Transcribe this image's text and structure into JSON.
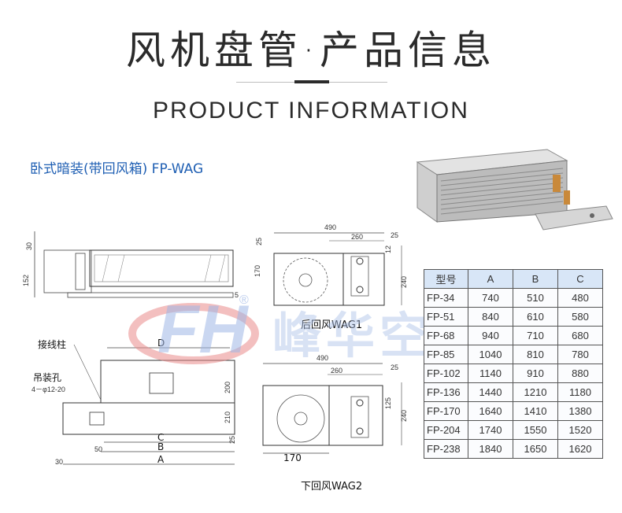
{
  "header": {
    "title_cn": "风机盘管·产品信息",
    "title_en": "PRODUCT INFORMATION"
  },
  "subtitle": "卧式暗装(带回风箱) FP-WAG",
  "drawings": {
    "side_dims": {
      "top": "30",
      "height": "152",
      "mark": "5"
    },
    "wag1_dims": {
      "width": "490",
      "inner": "260",
      "d25": "25",
      "d12": "12",
      "d25b": "25",
      "d170": "170",
      "d240": "240"
    },
    "front_labels": {
      "terminal": "接线柱",
      "hanger": "吊装孔",
      "hanger_spec": "4－φ12-20",
      "D": "D",
      "C": "C",
      "B": "B",
      "A": "A",
      "d200": "200",
      "d210": "210",
      "d25": "25",
      "d50": "50",
      "d30": "30"
    },
    "wag2_dims": {
      "width": "490",
      "inner": "260",
      "d25": "25",
      "d125": "125",
      "d240": "240",
      "d170": "170"
    },
    "caption_wag1": "后回风WAG1",
    "caption_wag2": "下回风WAG2"
  },
  "watermark": {
    "brand": "峰华空调",
    "registered": "®"
  },
  "spec_table": {
    "headers": [
      "型号",
      "A",
      "B",
      "C"
    ],
    "rows": [
      [
        "FP-34",
        "740",
        "510",
        "480"
      ],
      [
        "FP-51",
        "840",
        "610",
        "580"
      ],
      [
        "FP-68",
        "940",
        "710",
        "680"
      ],
      [
        "FP-85",
        "1040",
        "810",
        "780"
      ],
      [
        "FP-102",
        "1140",
        "910",
        "880"
      ],
      [
        "FP-136",
        "1440",
        "1210",
        "1180"
      ],
      [
        "FP-170",
        "1640",
        "1410",
        "1380"
      ],
      [
        "FP-204",
        "1740",
        "1550",
        "1520"
      ],
      [
        "FP-238",
        "1840",
        "1650",
        "1620"
      ]
    ]
  }
}
